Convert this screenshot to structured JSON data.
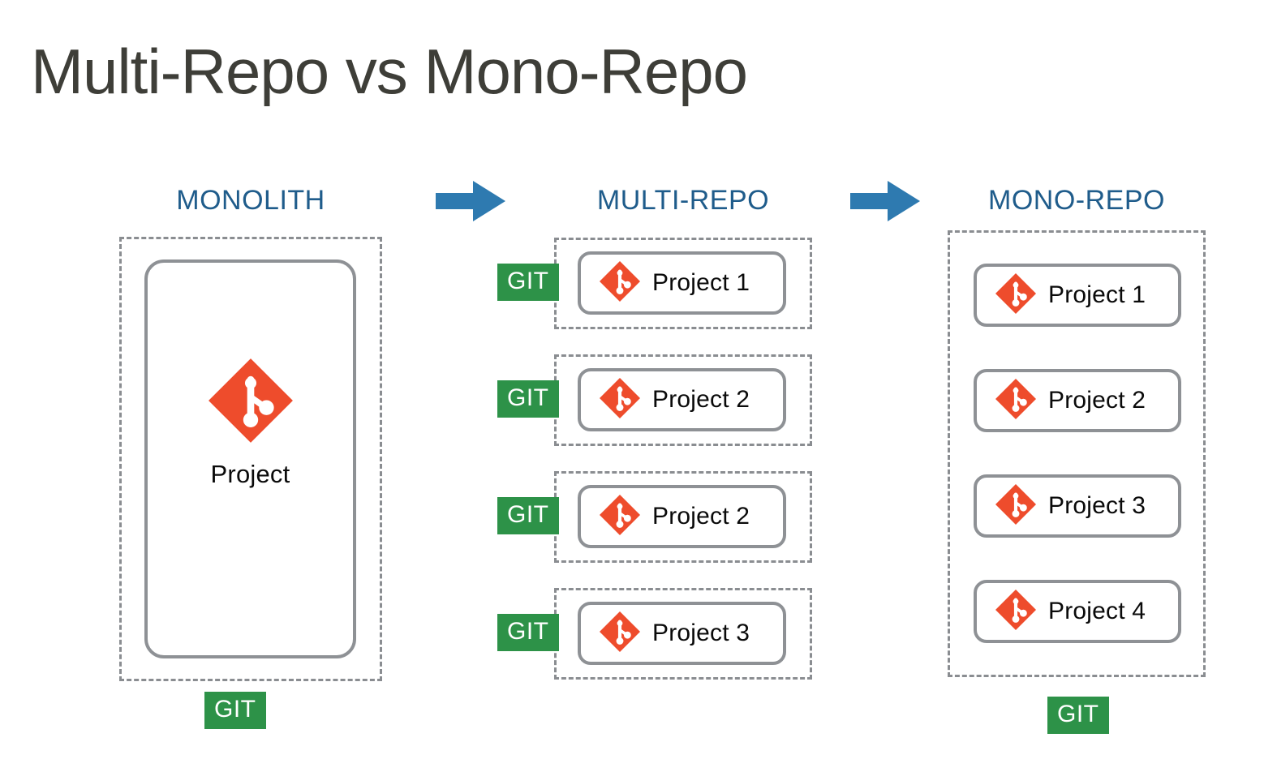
{
  "slide": {
    "title": "Multi-Repo vs Mono-Repo",
    "background": "#FFFFFF",
    "title_color": "#3E3E38",
    "header_color": "#1F5C8B",
    "git_green": "#2D9248",
    "git_orange": "#EE4C2C",
    "arrow_blue": "#2E7AB0",
    "box_gray": "#8E9195"
  },
  "columns": {
    "monolith": {
      "header": "MONOLITH",
      "project_label": "Project",
      "git_badge": "GIT"
    },
    "multirepo": {
      "header": "MULTI-REPO",
      "items": [
        {
          "label": "Project 1",
          "git_badge": "GIT"
        },
        {
          "label": "Project 2",
          "git_badge": "GIT"
        },
        {
          "label": "Project 2",
          "git_badge": "GIT"
        },
        {
          "label": "Project 3",
          "git_badge": "GIT"
        }
      ]
    },
    "monorepo": {
      "header": "MONO-REPO",
      "items": [
        {
          "label": "Project 1"
        },
        {
          "label": "Project 2"
        },
        {
          "label": "Project 3"
        },
        {
          "label": "Project 4"
        }
      ],
      "git_badge": "GIT"
    }
  },
  "arrows": [
    {
      "name": "arrow-monolith-to-multirepo",
      "direction": "right"
    },
    {
      "name": "arrow-multirepo-to-monorepo",
      "direction": "right"
    }
  ]
}
